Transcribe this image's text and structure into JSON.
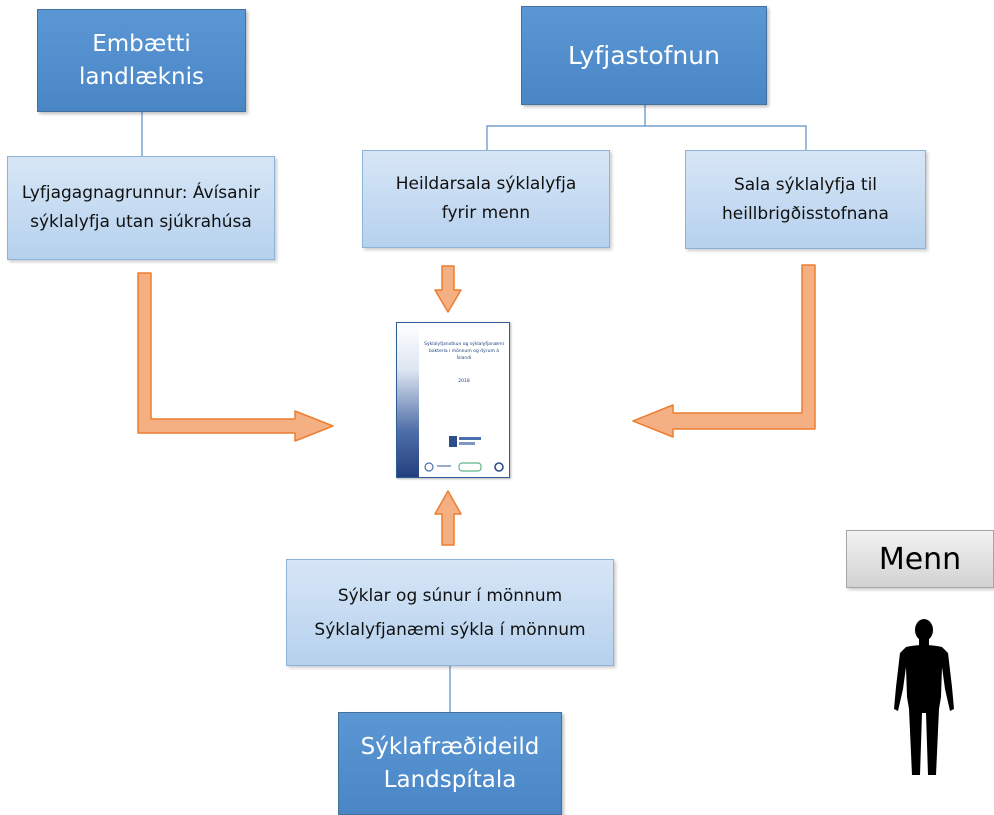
{
  "boxes": {
    "embaetti": {
      "line1": "Embætti",
      "line2": "landlæknis"
    },
    "lyfjastofnun": {
      "label": "Lyfjastofnun"
    },
    "lyfjagagnagrunnur": {
      "line1": "Lyfjagagnagrunnur: Ávísanir",
      "line2": "sýklalyfja utan sjúkrahúsa"
    },
    "heildarsala": {
      "line1": "Heildarsala sýklalyfja",
      "line2": "fyrir menn"
    },
    "sala": {
      "line1": "Sala sýklalyfja til",
      "line2": "heillbrigðisstofnana"
    },
    "syklar": {
      "line1": "Sýklar og súnur í mönnum",
      "line2": "Sýklalyfjanæmi sýkla í mönnum"
    },
    "syklafraedideild": {
      "line1": "Sýklafræðideild",
      "line2": "Landspítala"
    },
    "menn": {
      "label": "Menn"
    }
  },
  "report": {
    "title": "Sýklalyfjanotkun og sýklalyfjanæmi baktería í mönnum og dýrum á Íslandi",
    "year": "2018"
  },
  "colors": {
    "dark_box": "#4a86c6",
    "light_box": "#c5dbf2",
    "arrow_fill": "#f4b083",
    "arrow_stroke": "#ed7d31",
    "connector": "#5b8fc7"
  },
  "icons": {
    "person": "human-silhouette-icon"
  }
}
